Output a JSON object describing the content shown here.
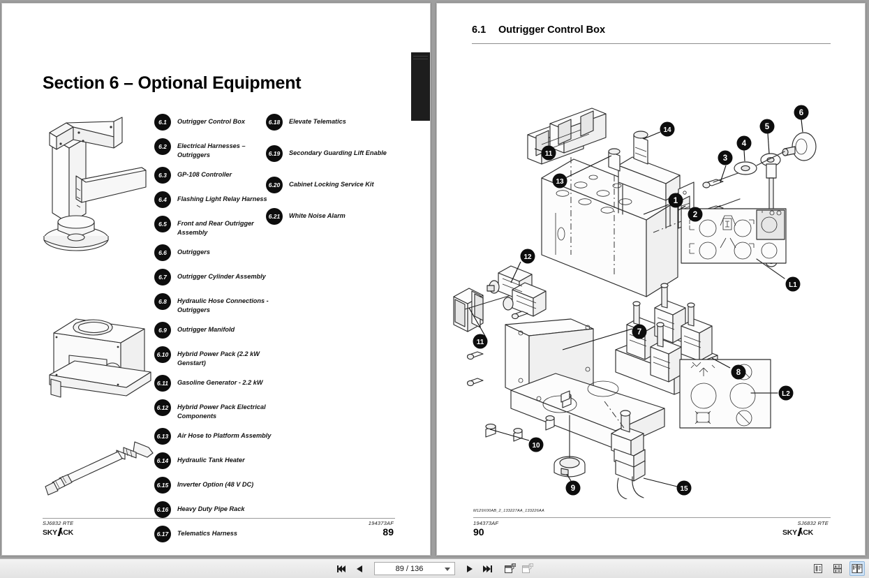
{
  "viewer": {
    "toolbar": {
      "first_page_label": "first-page",
      "prev_page_label": "previous-page",
      "next_page_label": "next-page",
      "last_page_label": "last-page",
      "page_value": "89 / 136",
      "current_page": "89",
      "total_pages": "136",
      "add_bookmark_label": "add-bookmark",
      "remove_bookmark_label": "remove-bookmark",
      "view_modes": [
        {
          "name": "single-page-view",
          "active": false
        },
        {
          "name": "continuous-scroll-view",
          "active": false
        },
        {
          "name": "two-page-view",
          "active": true
        }
      ],
      "highlight_color": "#cfe3f7"
    }
  },
  "left_page": {
    "section_title": "Section 6 – Optional Equipment",
    "toc_column_1": [
      {
        "num": "6.1",
        "label": "Outrigger Control Box"
      },
      {
        "num": "6.2",
        "label": "Electrical Harnesses – Outriggers"
      },
      {
        "num": "6.3",
        "label": "GP-108 Controller"
      },
      {
        "num": "6.4",
        "label": "Flashing Light Relay Harness"
      },
      {
        "num": "6.5",
        "label": "Front and Rear Outrigger Assembly"
      },
      {
        "num": "6.6",
        "label": "Outriggers"
      },
      {
        "num": "6.7",
        "label": "Outrigger Cylinder Assembly"
      },
      {
        "num": "6.8",
        "label": "Hydraulic Hose Connections - Outriggers"
      },
      {
        "num": "6.9",
        "label": "Outrigger Manifold"
      },
      {
        "num": "6.10",
        "label": "Hybrid Power Pack (2.2 kW Genstart)"
      },
      {
        "num": "6.11",
        "label": "Gasoline Generator - 2.2 kW"
      },
      {
        "num": "6.12",
        "label": "Hybrid Power Pack Electrical Components"
      },
      {
        "num": "6.13",
        "label": "Air Hose to Platform Assembly"
      },
      {
        "num": "6.14",
        "label": "Hydraulic Tank Heater"
      },
      {
        "num": "6.15",
        "label": "Inverter Option (48 V DC)"
      },
      {
        "num": "6.16",
        "label": "Heavy Duty Pipe Rack"
      },
      {
        "num": "6.17",
        "label": "Telematics Harness"
      }
    ],
    "toc_column_2": [
      {
        "num": "6.18",
        "label": "Elevate Telematics"
      },
      {
        "num": "6.19",
        "label": "Secondary Guarding Lift Enable"
      },
      {
        "num": "6.20",
        "label": "Cabinet Locking Service Kit"
      },
      {
        "num": "6.21",
        "label": "White Noise Alarm"
      }
    ],
    "footer": {
      "model": "SJ6832 RTE",
      "document_number": "194373AF",
      "page_number": "89",
      "brand": "SKYJACK"
    }
  },
  "right_page": {
    "heading_number": "6.1",
    "heading_title": "Outrigger Control Box",
    "figure_callouts": [
      {
        "id": "1"
      },
      {
        "id": "2"
      },
      {
        "id": "3"
      },
      {
        "id": "4"
      },
      {
        "id": "5"
      },
      {
        "id": "6"
      },
      {
        "id": "7"
      },
      {
        "id": "8"
      },
      {
        "id": "9"
      },
      {
        "id": "10"
      },
      {
        "id": "11"
      },
      {
        "id": "11b",
        "label": "11"
      },
      {
        "id": "12"
      },
      {
        "id": "13"
      },
      {
        "id": "14"
      },
      {
        "id": "15"
      },
      {
        "id": "L1"
      },
      {
        "id": "L2"
      }
    ],
    "footer": {
      "drawing_code": "M129X00AB_2_133227AA_133226AA",
      "document_number": "194373AF",
      "page_number": "90",
      "model": "SJ6832 RTE",
      "brand": "SKYJACK"
    }
  }
}
